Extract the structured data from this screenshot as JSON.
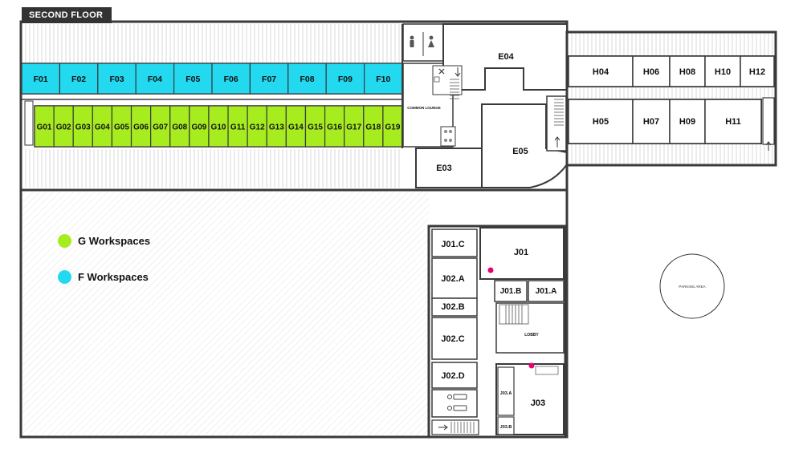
{
  "floor_title": "SECOND FLOOR",
  "colors": {
    "g_workspace": "#a6ec1f",
    "f_workspace": "#22d9f0",
    "marker": "#e6006e",
    "wall": "#3a3a3a"
  },
  "legend": [
    {
      "label": "G Workspaces",
      "color": "#a6ec1f"
    },
    {
      "label": "F Workspaces",
      "color": "#22d9f0"
    }
  ],
  "f_rooms": [
    "F01",
    "F02",
    "F03",
    "F04",
    "F05",
    "F06",
    "F07",
    "F08",
    "F09",
    "F10"
  ],
  "g_rooms": [
    "G01",
    "G02",
    "G03",
    "G04",
    "G05",
    "G06",
    "G07",
    "G08",
    "G09",
    "G10",
    "G11",
    "G12",
    "G13",
    "G14",
    "G15",
    "G16",
    "G17",
    "G18",
    "G19"
  ],
  "e_rooms": {
    "e03": "E03",
    "e04": "E04",
    "e05": "E05"
  },
  "common_lounge": "COMMON LOUNGE",
  "h_rooms_top": [
    "H04",
    "H06",
    "H08",
    "H10",
    "H12"
  ],
  "h_rooms_bottom": [
    "H05",
    "H07",
    "H09",
    "H11"
  ],
  "j_rooms": {
    "j01": "J01",
    "j01a": "J01.A",
    "j01b": "J01.B",
    "j01c": "J01.C",
    "j02a": "J02.A",
    "j02b": "J02.B",
    "j02c": "J02.C",
    "j02d": "J02.D",
    "j03": "J03",
    "j03a": "J03.A",
    "j03b": "J03.B"
  },
  "lobby": "LOBBY",
  "parking": "PARKING AREA",
  "icons": [
    "restroom-icon",
    "stairs-icon",
    "elevator-icon",
    "fire-exit-icon",
    "arrow-up-icon",
    "arrow-right-icon"
  ]
}
